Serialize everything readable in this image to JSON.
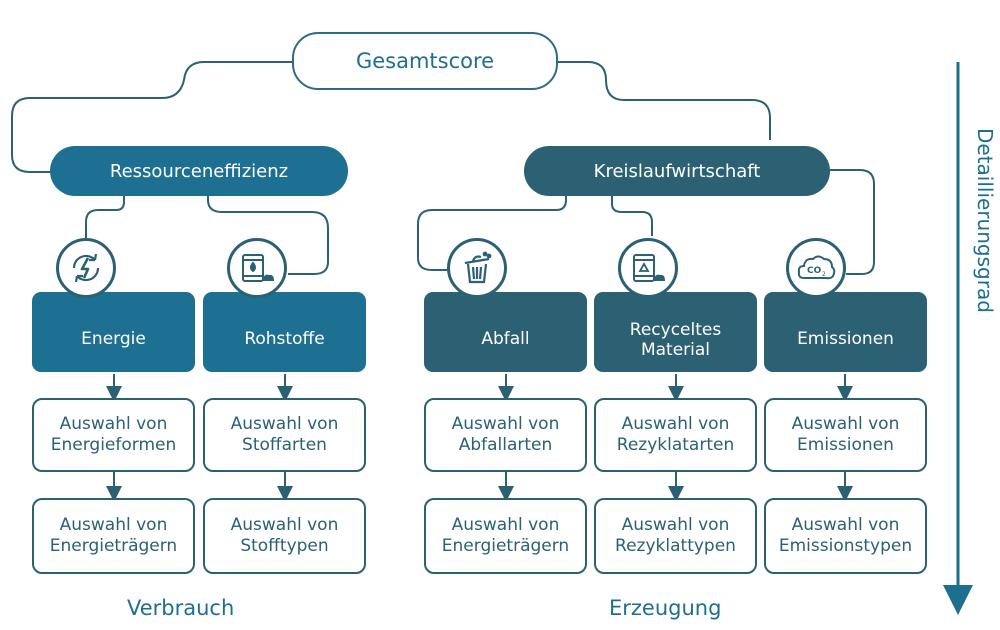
{
  "root": {
    "label": "Gesamtscore"
  },
  "categories": [
    {
      "label": "Ressourceneffizienz"
    },
    {
      "label": "Kreislaufwirtschaft"
    }
  ],
  "subcategories": [
    {
      "label": "Energie",
      "icon": "energy-cycle-icon"
    },
    {
      "label": "Rohstoffe",
      "icon": "raw-material-barrel-icon"
    },
    {
      "label": "Abfall",
      "icon": "trash-bin-icon"
    },
    {
      "label": "Recyceltes\nMaterial",
      "icon": "recycling-container-icon"
    },
    {
      "label": "Emissionen",
      "icon": "co2-cloud-icon"
    }
  ],
  "details_level1": [
    "Auswahl von\nEnergieformen",
    "Auswahl von\nStoffarten",
    "Auswahl von\nAbfallarten",
    "Auswahl von\nRezyklatarten",
    "Auswahl von\nEmissionen"
  ],
  "details_level2": [
    "Auswahl von\nEnergieträgern",
    "Auswahl von\nStofftypen",
    "Auswahl von\nEnergieträgern",
    "Auswahl von\nRezyklattypen",
    "Auswahl von\nEmissionstypen"
  ],
  "footer": {
    "left": "Verbrauch",
    "right": "Erzeugung"
  },
  "side_label": "Detaillierungsgrad",
  "colors": {
    "teal": "#1d7091",
    "dark": "#2b6173",
    "line": "#2b6173",
    "text": "#1e6f8f"
  }
}
